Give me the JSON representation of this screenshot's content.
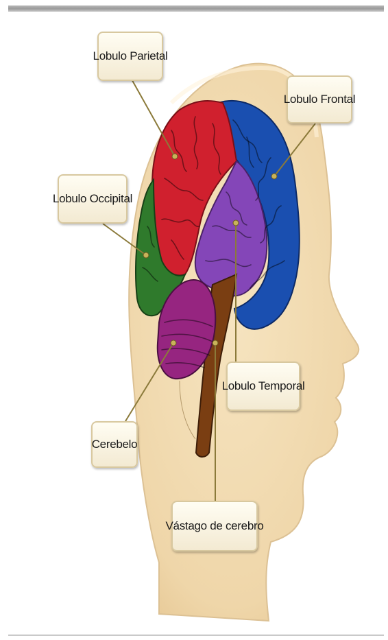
{
  "labels": {
    "parietal": "Lobulo Parietal",
    "frontal": "Lobulo Frontal",
    "occipital": "Lobulo Occipital",
    "temporal": "Lobulo Temporal",
    "cerebellum": "Cerebelo",
    "brainstem": "Vástago de cerebro"
  },
  "colors": {
    "head": "#f2ddb4",
    "parietal": "#d0202e",
    "frontal": "#1a4fb0",
    "occipital": "#2f7a2c",
    "temporal": "#8446b8",
    "cerebellum": "#962580",
    "brainstem": "#7a3e12",
    "leader": "#8b7a3a"
  }
}
